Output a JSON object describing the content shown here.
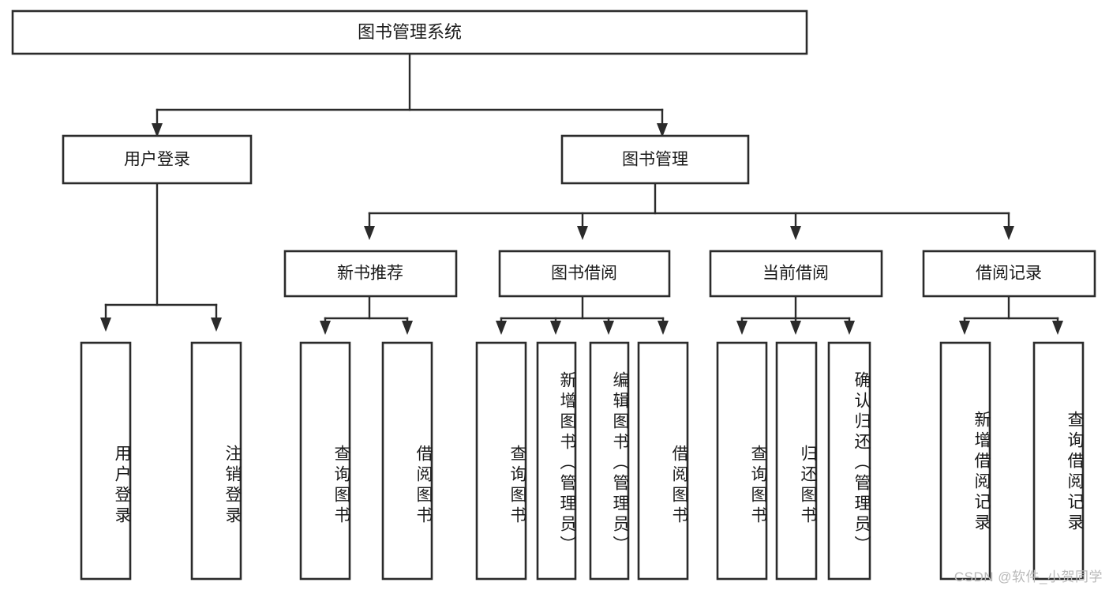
{
  "diagram": {
    "type": "tree-hierarchy",
    "title": "图书管理系统",
    "orientation": "top-down",
    "colors": {
      "box_stroke": "#2b2b2b",
      "box_fill": "#ffffff",
      "connector": "#2b2b2b",
      "text": "#1a1a1a",
      "watermark": "#b9b9b9",
      "background": "#ffffff"
    },
    "levels": {
      "root": {
        "label": "图书管理系统"
      },
      "level2": [
        {
          "label": "用户登录"
        },
        {
          "label": "图书管理"
        }
      ],
      "level3": [
        {
          "label": "新书推荐"
        },
        {
          "label": "图书借阅"
        },
        {
          "label": "当前借阅"
        },
        {
          "label": "借阅记录"
        }
      ],
      "leaves_user_login": [
        {
          "label": "用户登录"
        },
        {
          "label": "注销登录"
        }
      ],
      "leaves_new_book": [
        {
          "label": "查询图书"
        },
        {
          "label": "借阅图书"
        }
      ],
      "leaves_borrow": [
        {
          "label": "查询图书"
        },
        {
          "label": "新增图书（管理员）"
        },
        {
          "label": "编辑图书（管理员）"
        },
        {
          "label": "借阅图书"
        }
      ],
      "leaves_current": [
        {
          "label": "查询图书"
        },
        {
          "label": "归还图书"
        },
        {
          "label": "确认归还（管理员）"
        }
      ],
      "leaves_records": [
        {
          "label": "新增借阅记录"
        },
        {
          "label": "查询借阅记录"
        }
      ]
    }
  },
  "watermark": {
    "text": "CSDN @软件_小贺同学"
  }
}
